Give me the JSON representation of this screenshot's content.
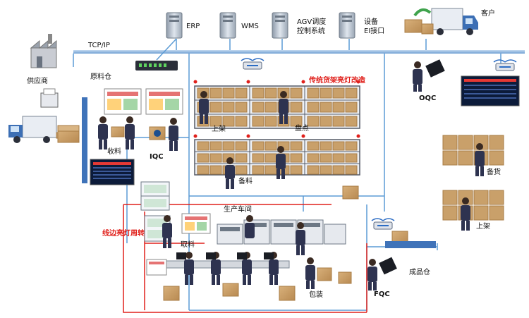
{
  "network": {
    "bus_label": "TCP/IP",
    "systems": [
      {
        "name": "ERP"
      },
      {
        "name": "WMS"
      },
      {
        "name": "AGV调度",
        "name2": "控制系统"
      },
      {
        "name": "设备",
        "name2": "EI接口"
      }
    ]
  },
  "labels": {
    "supplier": "供应商",
    "customer": "客户",
    "raw_warehouse": "原料仓",
    "retrofit": "传统货架亮灯改造",
    "shelving": "上架",
    "inventory": "盘点",
    "receiving": "收料",
    "iqc": "IQC",
    "picking_prep": "备料",
    "workshop": "生产车间",
    "line_cart": "线边亮灯周转车",
    "take_material": "取料",
    "packing": "包装",
    "fqc": "FQC",
    "finished_warehouse": "成品仓",
    "oqc": "OQC",
    "stock_prep": "备货",
    "put_away": "上架"
  },
  "colors": {
    "network_line": "#5b9bd5",
    "bus_fill": "#8db4e2",
    "red_line": "#e0201b",
    "box": "#c9a06a",
    "box_dark": "#a87c45",
    "person_body": "#2e3350",
    "shelf_frame": "#555a66",
    "server": "#b9c4d0"
  }
}
